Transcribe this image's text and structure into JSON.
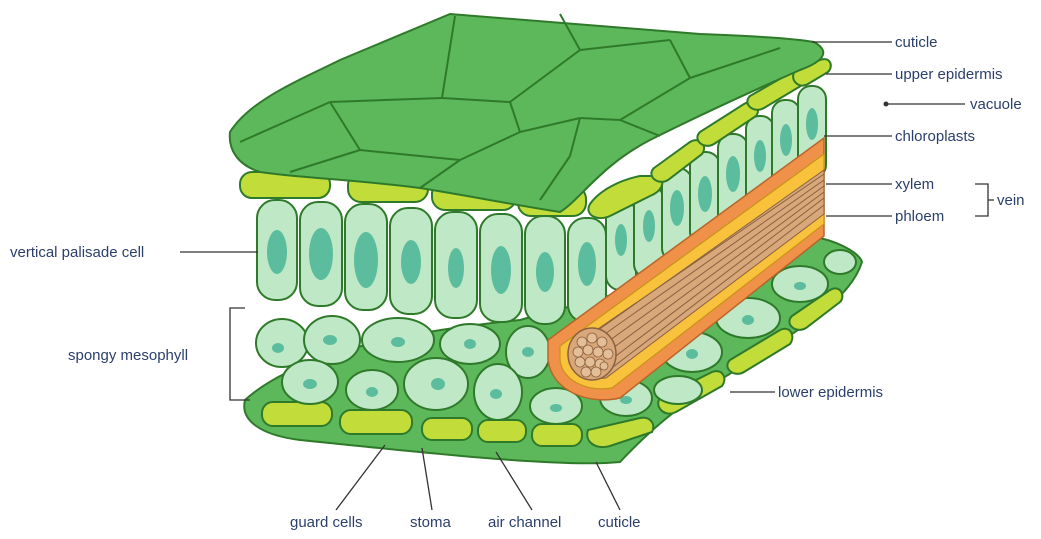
{
  "labels": {
    "cuticle_top": "cuticle",
    "upper_epidermis": "upper epidermis",
    "vacuole": "vacuole",
    "chloroplasts": "chloroplasts",
    "xylem": "xylem",
    "phloem": "phloem",
    "vein": "vein",
    "vertical_palisade_cell": "vertical palisade cell",
    "spongy_mesophyll": "spongy mesophyll",
    "lower_epidermis": "lower epidermis",
    "guard_cells": "guard cells",
    "stoma": "stoma",
    "air_channel": "air channel",
    "cuticle_bottom": "cuticle"
  },
  "colors": {
    "cuticle_green": "#5cb85a",
    "cell_wall_dark": "#2f7a2a",
    "epidermis_yellow_green": "#c2dd3a",
    "palisade_fill": "#bfe8c6",
    "chloroplast_teal": "#5bbd9e",
    "vein_orange": "#f0914a",
    "vein_yellow": "#f9c23c",
    "vein_tan": "#d9a87a",
    "label_text": "#2b3f6b"
  }
}
